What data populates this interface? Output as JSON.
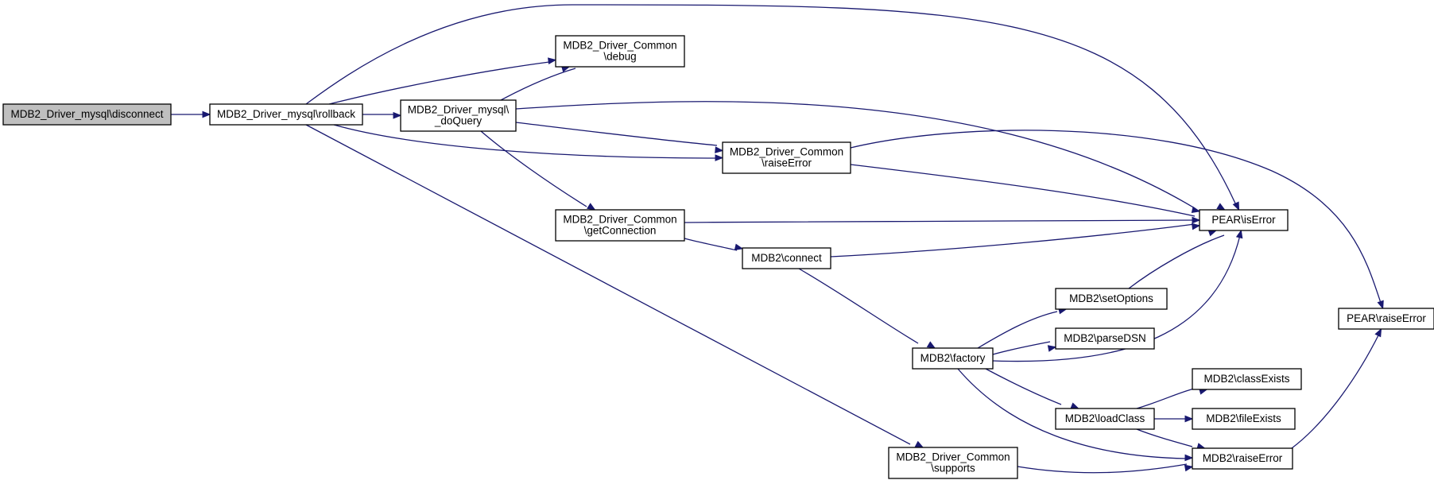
{
  "graph": {
    "nodes": [
      {
        "id": "disconnect",
        "lines": [
          "MDB2_Driver_mysql\\disconnect"
        ],
        "root": true
      },
      {
        "id": "rollback",
        "lines": [
          "MDB2_Driver_mysql\\rollback"
        ]
      },
      {
        "id": "debug",
        "lines": [
          "MDB2_Driver_Common",
          "\\debug"
        ]
      },
      {
        "id": "doQuery",
        "lines": [
          "MDB2_Driver_mysql\\",
          "_doQuery"
        ]
      },
      {
        "id": "raiseErrorCommon",
        "lines": [
          "MDB2_Driver_Common",
          "\\raiseError"
        ]
      },
      {
        "id": "getConnection",
        "lines": [
          "MDB2_Driver_Common",
          "\\getConnection"
        ]
      },
      {
        "id": "connect",
        "lines": [
          "MDB2\\connect"
        ]
      },
      {
        "id": "pearIsError",
        "lines": [
          "PEAR\\isError"
        ]
      },
      {
        "id": "setOptions",
        "lines": [
          "MDB2\\setOptions"
        ]
      },
      {
        "id": "parseDSN",
        "lines": [
          "MDB2\\parseDSN"
        ]
      },
      {
        "id": "factory",
        "lines": [
          "MDB2\\factory"
        ]
      },
      {
        "id": "pearRaiseError",
        "lines": [
          "PEAR\\raiseError"
        ]
      },
      {
        "id": "classExists",
        "lines": [
          "MDB2\\classExists"
        ]
      },
      {
        "id": "loadClass",
        "lines": [
          "MDB2\\loadClass"
        ]
      },
      {
        "id": "fileExists",
        "lines": [
          "MDB2\\fileExists"
        ]
      },
      {
        "id": "mdb2RaiseError",
        "lines": [
          "MDB2\\raiseError"
        ]
      },
      {
        "id": "supports",
        "lines": [
          "MDB2_Driver_Common",
          "\\supports"
        ]
      }
    ],
    "edges": [
      {
        "from": "disconnect",
        "to": "rollback"
      },
      {
        "from": "rollback",
        "to": "pearIsError"
      },
      {
        "from": "rollback",
        "to": "debug"
      },
      {
        "from": "rollback",
        "to": "doQuery"
      },
      {
        "from": "rollback",
        "to": "raiseErrorCommon"
      },
      {
        "from": "rollback",
        "to": "supports"
      },
      {
        "from": "doQuery",
        "to": "debug"
      },
      {
        "from": "doQuery",
        "to": "pearIsError"
      },
      {
        "from": "doQuery",
        "to": "raiseErrorCommon"
      },
      {
        "from": "doQuery",
        "to": "getConnection"
      },
      {
        "from": "raiseErrorCommon",
        "to": "pearIsError"
      },
      {
        "from": "raiseErrorCommon",
        "to": "pearRaiseError"
      },
      {
        "from": "getConnection",
        "to": "pearIsError"
      },
      {
        "from": "getConnection",
        "to": "connect"
      },
      {
        "from": "connect",
        "to": "pearIsError"
      },
      {
        "from": "connect",
        "to": "factory"
      },
      {
        "from": "factory",
        "to": "setOptions"
      },
      {
        "from": "factory",
        "to": "parseDSN"
      },
      {
        "from": "factory",
        "to": "pearIsError"
      },
      {
        "from": "factory",
        "to": "loadClass"
      },
      {
        "from": "factory",
        "to": "mdb2RaiseError"
      },
      {
        "from": "setOptions",
        "to": "pearIsError"
      },
      {
        "from": "loadClass",
        "to": "classExists"
      },
      {
        "from": "loadClass",
        "to": "fileExists"
      },
      {
        "from": "loadClass",
        "to": "mdb2RaiseError"
      },
      {
        "from": "mdb2RaiseError",
        "to": "pearRaiseError"
      },
      {
        "from": "supports",
        "to": "mdb2RaiseError"
      }
    ]
  }
}
